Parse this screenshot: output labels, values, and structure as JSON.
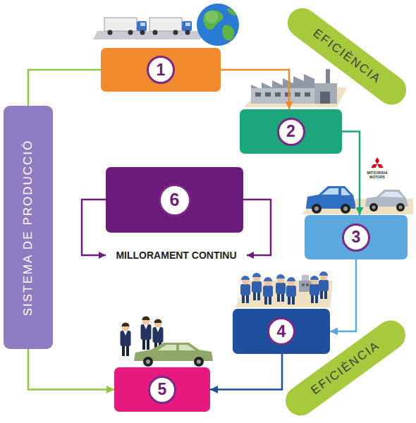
{
  "diagram": {
    "nodes": [
      {
        "text": [
          "1"
        ]
      },
      {
        "text": [
          "2"
        ]
      },
      {
        "text": [
          "3"
        ]
      },
      {
        "text": [
          "4"
        ]
      },
      {
        "text": [
          "5"
        ]
      },
      {
        "text": [
          "6"
        ]
      },
      {
        "text": [
          "SISTEMA DE PRODUCCIÓ"
        ]
      },
      {
        "text": [
          "EFICIÈNCIA"
        ]
      },
      {
        "text": [
          "EFICIÈNCIA"
        ]
      }
    ],
    "edges": [
      {
        "from": 0,
        "to": 1,
        "arrow": "to"
      },
      {
        "from": 1,
        "to": 2,
        "arrow": "to"
      },
      {
        "from": 2,
        "to": 3,
        "arrow": "to"
      },
      {
        "from": 3,
        "to": 4,
        "arrow": "to"
      },
      {
        "from": 6,
        "to": 0,
        "arrow": "none"
      },
      {
        "from": 6,
        "to": 4,
        "arrow": "to"
      }
    ],
    "labels": [
      "MITSUBISHI MOTORS",
      "MILLORAMENT CONTINU"
    ]
  }
}
